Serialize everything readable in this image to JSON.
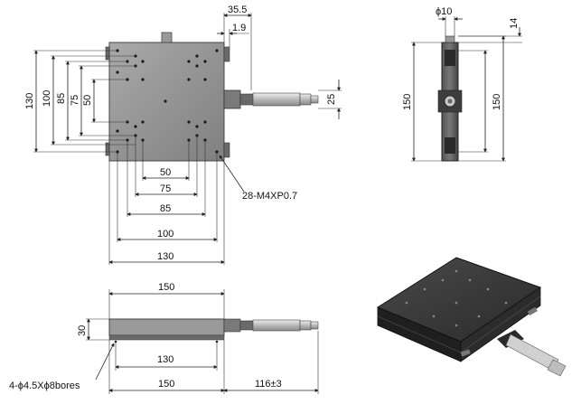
{
  "top_view": {
    "dims_right": [
      "35.5",
      "1.9"
    ],
    "dims_left_vertical": [
      "130",
      "100",
      "85",
      "75",
      "50"
    ],
    "dim_right_vertical": "25",
    "dims_bottom": [
      "50",
      "75",
      "85",
      "100",
      "130"
    ],
    "thread_callout": "28-M4XP0.7"
  },
  "side_view": {
    "dim_diameter": "ϕ10",
    "dim_top_offset": "14",
    "dim_left_vertical": "150",
    "dim_right_vertical": "150"
  },
  "front_view": {
    "dim_top": "150",
    "dim_height": "30",
    "dim_inner": "130",
    "dim_bottom": "150",
    "dim_micrometer": "116±3",
    "bore_callout": "4-ϕ4.5Xϕ8bores"
  },
  "colors": {
    "plate": "#8f8f8f",
    "plate_dark": "#3a3a3a",
    "micrometer": "#c9c9c9"
  }
}
